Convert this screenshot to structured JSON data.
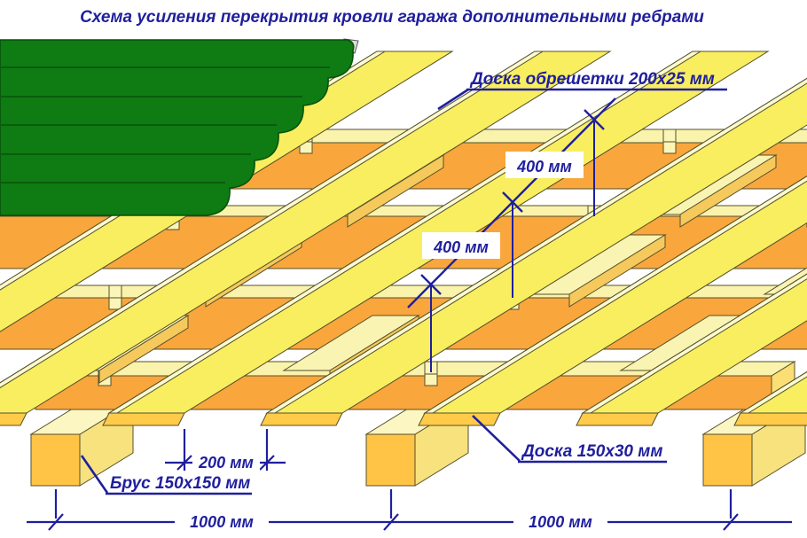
{
  "title": "Схема усиления перекрытия кровли гаража дополнительными ребрами",
  "labels": {
    "lathing": "Доска обрешетки 200х25 мм",
    "board": "Доска 150х30 мм",
    "beam": "Брус 150х150 мм"
  },
  "dimensions": {
    "lathing_step": "400 мм",
    "board_gap": "200 мм",
    "beam_step": "1000 мм"
  },
  "colors": {
    "annotation_blue": "#1f1f9e",
    "roof_sheet_green": "#0e7c12",
    "roof_sheet_line_green": "#0a5c0e",
    "board_front_orange": "#f9a63c",
    "board_top_pale": "#f9f3ac",
    "lathing_yellow": "#f8ee5f",
    "lathing_edge_pale": "#fcfad0",
    "lathing_end_gold": "#ffcb49",
    "beam_front_gold": "#ffc445",
    "beam_side_yellow": "#f8e27e",
    "rib_top_pale": "#faf4b2",
    "rib_side_gold": "#f5c95b",
    "outline_brown": "#55502d",
    "background": "#ffffff"
  }
}
